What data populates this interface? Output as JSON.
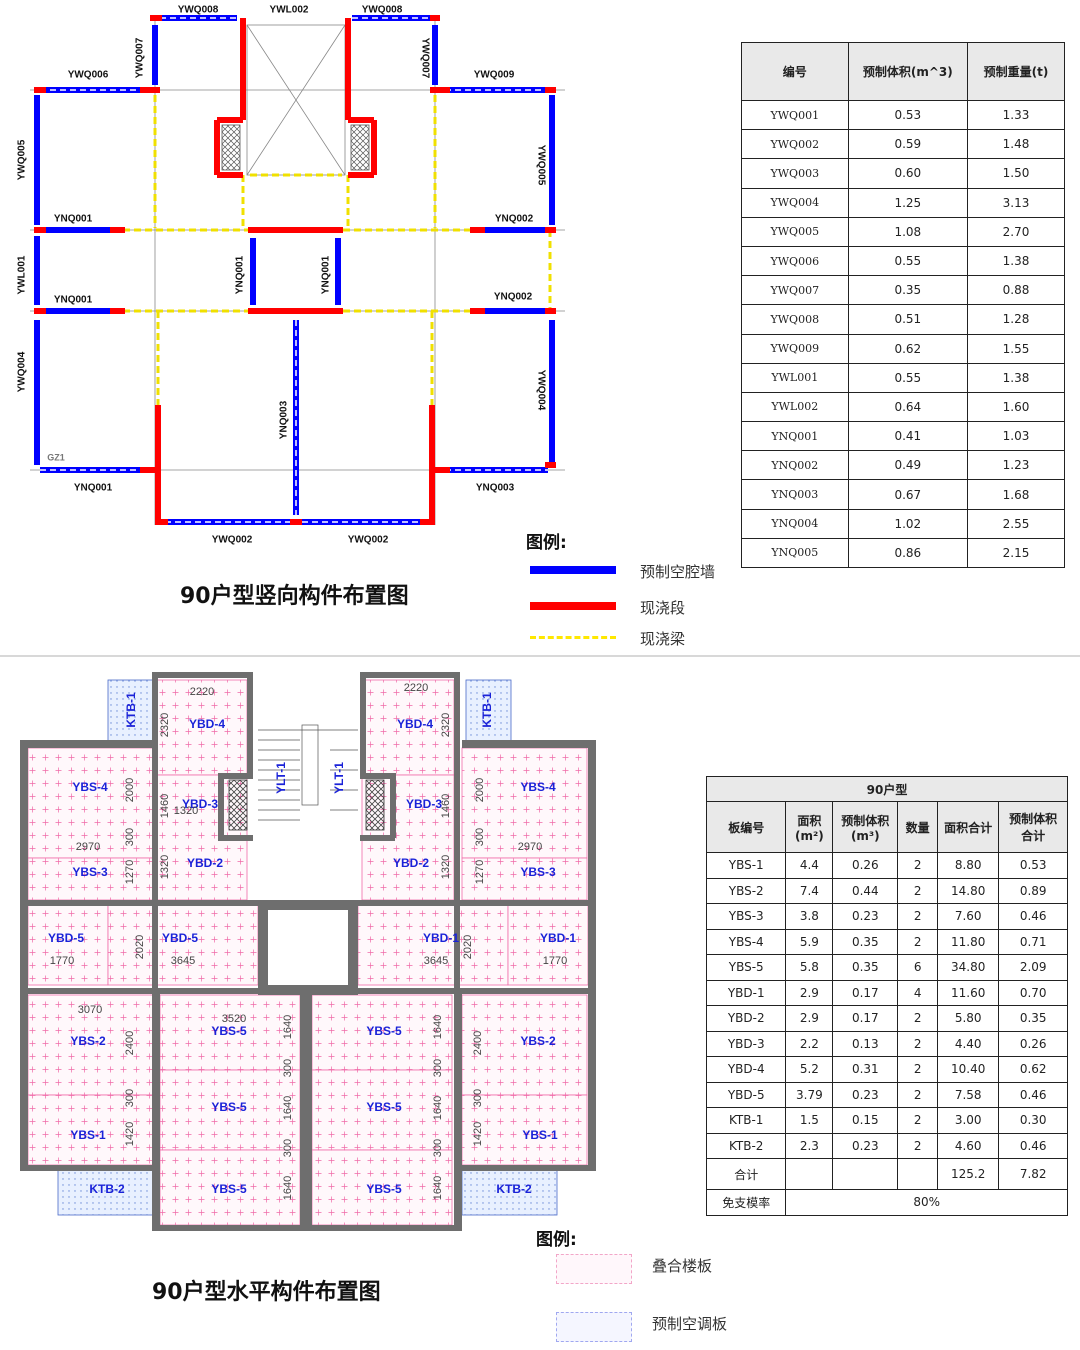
{
  "vertical_plan": {
    "title": "90户型竖向构件布置图",
    "labels": [
      "YWQ008",
      "YWL002",
      "YWQ008",
      "YWQ007",
      "YWQ007",
      "YWQ006",
      "YWQ009",
      "YWQ005",
      "YWQ005",
      "YNQ001",
      "YNQ002",
      "YWL001",
      "YNQ001",
      "YNQ001",
      "YNQ001",
      "YNQ002",
      "YWQ004",
      "YWQ004",
      "YNQ003",
      "GZ1",
      "YNQ001",
      "YNQ003",
      "YWQ002",
      "YWQ002"
    ],
    "legend": {
      "heading": "图例:",
      "items": [
        {
          "label": "预制空腔墙",
          "color": "#0000ff"
        },
        {
          "label": "现浇段",
          "color": "#ff0000"
        },
        {
          "label": "现浇梁",
          "color": "#ffe800"
        }
      ]
    }
  },
  "vertical_table": {
    "headers": [
      "编号",
      "预制体积(m^3)",
      "预制重量(t)"
    ],
    "rows": [
      [
        "YWQ001",
        "0.53",
        "1.33"
      ],
      [
        "YWQ002",
        "0.59",
        "1.48"
      ],
      [
        "YWQ003",
        "0.60",
        "1.50"
      ],
      [
        "YWQ004",
        "1.25",
        "3.13"
      ],
      [
        "YWQ005",
        "1.08",
        "2.70"
      ],
      [
        "YWQ006",
        "0.55",
        "1.38"
      ],
      [
        "YWQ007",
        "0.35",
        "0.88"
      ],
      [
        "YWQ008",
        "0.51",
        "1.28"
      ],
      [
        "YWQ009",
        "0.62",
        "1.55"
      ],
      [
        "YWL001",
        "0.55",
        "1.38"
      ],
      [
        "YWL002",
        "0.64",
        "1.60"
      ],
      [
        "YNQ001",
        "0.41",
        "1.03"
      ],
      [
        "YNQ002",
        "0.49",
        "1.23"
      ],
      [
        "YNQ003",
        "0.67",
        "1.68"
      ],
      [
        "YNQ004",
        "1.02",
        "2.55"
      ],
      [
        "YNQ005",
        "0.86",
        "2.15"
      ]
    ]
  },
  "horizontal_plan": {
    "title": "90户型水平构件布置图",
    "panels": [
      "KTB-1",
      "KTB-1",
      "YBD-4",
      "YBD-4",
      "YBS-4",
      "YBS-4",
      "YBD-3",
      "YBD-3",
      "YBS-3",
      "YBS-3",
      "YBD-2",
      "YBD-2",
      "YBD-5",
      "YBD-5",
      "YBD-1",
      "YBD-1",
      "YBS-2",
      "YBS-2",
      "YBS-5",
      "YBS-5",
      "YBS-5",
      "YBS-5",
      "YBS-5",
      "YBS-5",
      "YBS-1",
      "YBS-1",
      "KTB-2",
      "KTB-2",
      "YLT-1",
      "YLT-1"
    ],
    "dims": [
      "2220",
      "2220",
      "2320",
      "2320",
      "2000",
      "2000",
      "1460",
      "1460",
      "1320",
      "2970",
      "2970",
      "300",
      "300",
      "1270",
      "1270",
      "1320",
      "1320",
      "2020",
      "2020",
      "1770",
      "1770",
      "3645",
      "3645",
      "3070",
      "3520",
      "2400",
      "2400",
      "1640",
      "1640",
      "300",
      "300",
      "300",
      "300",
      "1640",
      "1640",
      "1420",
      "1420",
      "300",
      "300",
      "1640",
      "1640"
    ],
    "legend": {
      "heading": "图例:",
      "items": [
        {
          "label": "叠合楼板",
          "color": "#f0a0c8"
        },
        {
          "label": "预制空调板",
          "color": "#a0a8f0"
        }
      ]
    }
  },
  "horizontal_table": {
    "caption": "90户型",
    "headers": [
      "板编号",
      "面积\n(m²)",
      "预制体积\n(m³)",
      "数量",
      "面积合计",
      "预制体积\n合计"
    ],
    "rows": [
      [
        "YBS-1",
        "4.4",
        "0.26",
        "2",
        "8.80",
        "0.53"
      ],
      [
        "YBS-2",
        "7.4",
        "0.44",
        "2",
        "14.80",
        "0.89"
      ],
      [
        "YBS-3",
        "3.8",
        "0.23",
        "2",
        "7.60",
        "0.46"
      ],
      [
        "YBS-4",
        "5.9",
        "0.35",
        "2",
        "11.80",
        "0.71"
      ],
      [
        "YBS-5",
        "5.8",
        "0.35",
        "6",
        "34.80",
        "2.09"
      ],
      [
        "YBD-1",
        "2.9",
        "0.17",
        "4",
        "11.60",
        "0.70"
      ],
      [
        "YBD-2",
        "2.9",
        "0.17",
        "2",
        "5.80",
        "0.35"
      ],
      [
        "YBD-3",
        "2.2",
        "0.13",
        "2",
        "4.40",
        "0.26"
      ],
      [
        "YBD-4",
        "5.2",
        "0.31",
        "2",
        "10.40",
        "0.62"
      ],
      [
        "YBD-5",
        "3.79",
        "0.23",
        "2",
        "7.58",
        "0.46"
      ],
      [
        "KTB-1",
        "1.5",
        "0.15",
        "2",
        "3.00",
        "0.30"
      ],
      [
        "KTB-2",
        "2.3",
        "0.23",
        "2",
        "4.60",
        "0.46"
      ]
    ],
    "total": {
      "label": "合计",
      "area_total": "125.2",
      "volume_total": "7.82"
    },
    "formwork": {
      "label": "免支模率",
      "value": "80%"
    }
  }
}
